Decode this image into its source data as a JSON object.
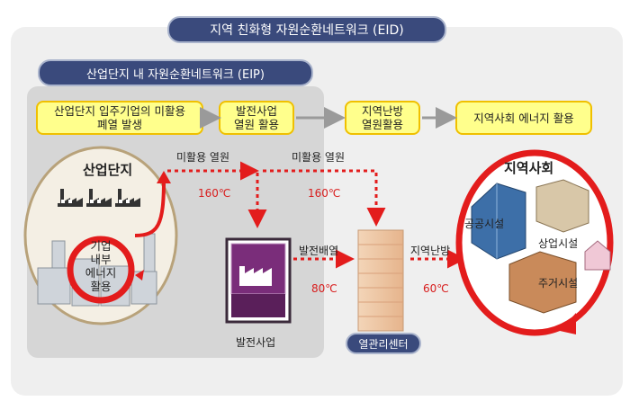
{
  "eid_title": "지역 친화형 자원순환네트워크 (EID)",
  "eip_title": "산업단지 내 자원순환네트워크 (EIP)",
  "steps": [
    "산업단지 입주기업의 미활용\n폐열 발생",
    "발전사업\n열원 활용",
    "지역난방\n열원활용",
    "지역사회 에너지 활용"
  ],
  "industrial_complex": {
    "title": "산업단지",
    "inner_label": "기업\n내부\n에너지\n활용"
  },
  "flows": {
    "unused_heat_1": "미활용 열원",
    "temp_1": "160℃",
    "unused_heat_2": "미활용 열원",
    "temp_2": "160℃",
    "waste_heat": "발전배열",
    "temp_3": "80℃",
    "district_heating": "지역난방",
    "temp_4": "60℃"
  },
  "power_plant_label": "발전사업",
  "heat_center_label": "열관리센터",
  "community": {
    "title": "지역사회",
    "public": "공공시설",
    "commercial": "상업시설",
    "residential": "주거시설"
  },
  "colors": {
    "navy": "#3a4a7c",
    "red": "#e31c1c",
    "yellow": "#ffff8c",
    "purple": "#7a2d7a"
  }
}
